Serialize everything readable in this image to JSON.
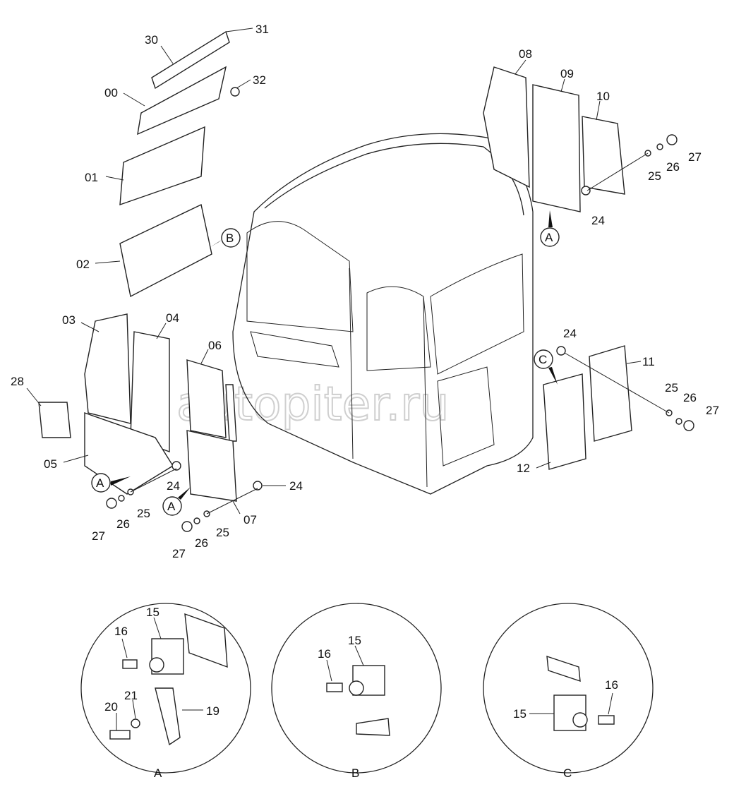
{
  "watermark": "autopiter.ru",
  "labels": {
    "p00": "00",
    "p01": "01",
    "p02": "02",
    "p03": "03",
    "p04": "04",
    "p05": "05",
    "p06": "06",
    "p07": "07",
    "p08": "08",
    "p09": "09",
    "p10": "10",
    "p11": "11",
    "p12": "12",
    "p24": "24",
    "p25": "25",
    "p26": "26",
    "p27": "27",
    "p28": "28",
    "p30": "30",
    "p31": "31",
    "p32": "32",
    "p15": "15",
    "p16": "16",
    "p19": "19",
    "p20": "20",
    "p21": "21"
  },
  "callouts": {
    "a": "A",
    "b": "B",
    "c": "C"
  },
  "details": {
    "a": "A",
    "b": "B",
    "c": "C"
  }
}
